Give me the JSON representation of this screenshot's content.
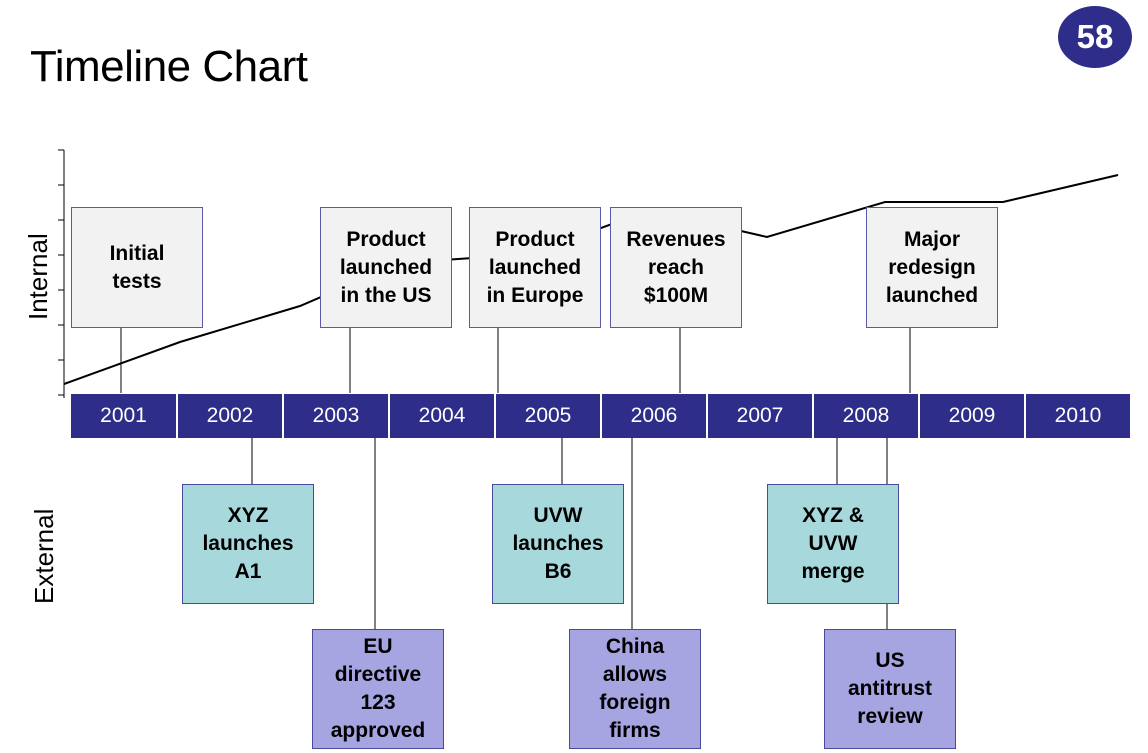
{
  "page": {
    "title": "Timeline Chart",
    "number": "58"
  },
  "axis": {
    "internal_label": "Internal",
    "external_label": "External"
  },
  "colors": {
    "year_bar": "#2e2e8a",
    "badge": "#2e2e8a",
    "internal_box": "#f2f2f2",
    "competitor_box": "#a6d8dc",
    "regulation_box": "#a7a4e2",
    "connector": "#000000"
  },
  "years": [
    "2001",
    "2002",
    "2003",
    "2004",
    "2005",
    "2006",
    "2007",
    "2008",
    "2009",
    "2010"
  ],
  "internal_events": [
    {
      "text": "Initial\ntests"
    },
    {
      "text": "Product\nlaunched\nin the US"
    },
    {
      "text": "Product\nlaunched\nin Europe"
    },
    {
      "text": "Revenues\nreach\n$100M"
    },
    {
      "text": "Major\nredesign\nlaunched"
    }
  ],
  "external_events": [
    {
      "text": "XYZ\nlaunches\nA1",
      "kind": "competitor"
    },
    {
      "text": "EU\ndirective\n123\napproved",
      "kind": "regulation"
    },
    {
      "text": "UVW\nlaunches\nB6",
      "kind": "competitor"
    },
    {
      "text": "China\nallows\nforeign\nfirms",
      "kind": "regulation"
    },
    {
      "text": "XYZ &\nUVW\nmerge",
      "kind": "competitor"
    },
    {
      "text": "US\nantitrust\nreview",
      "kind": "regulation"
    }
  ]
}
